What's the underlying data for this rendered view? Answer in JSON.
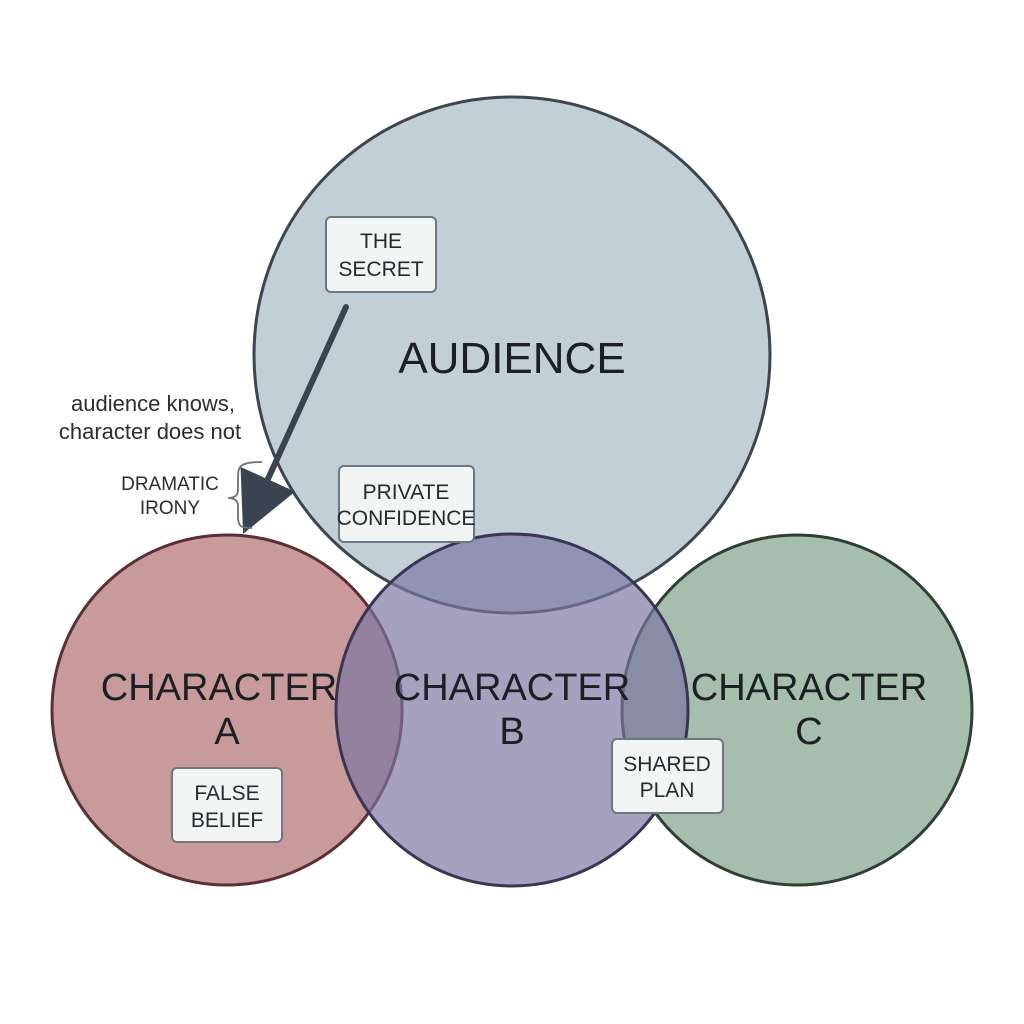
{
  "circles": {
    "audience": {
      "label": "AUDIENCE",
      "color": "#b9c8d2"
    },
    "character_a": {
      "label_line1": "CHARACTER",
      "label_line2": "A",
      "color": "#b87e80"
    },
    "character_b": {
      "label_line1": "CHARACTER",
      "label_line2": "B",
      "color": "#8d86a9"
    },
    "character_c": {
      "label_line1": "CHARACTER",
      "label_line2": "C",
      "color": "#8fae98"
    }
  },
  "boxes": {
    "the_secret": {
      "line1": "THE",
      "line2": "SECRET"
    },
    "private_confidence": {
      "line1": "PRIVATE",
      "line2": "CONFIDENCE"
    },
    "false_belief": {
      "line1": "FALSE",
      "line2": "BELIEF"
    },
    "shared_plan": {
      "line1": "SHARED",
      "line2": "PLAN"
    }
  },
  "annotation": {
    "line1": "audience knows,",
    "line2": "character does not",
    "bracket_line1": "DRAMATIC",
    "bracket_line2": "IRONY"
  },
  "colors": {
    "outline": "#3e4550",
    "arrow": "#3a4350"
  }
}
